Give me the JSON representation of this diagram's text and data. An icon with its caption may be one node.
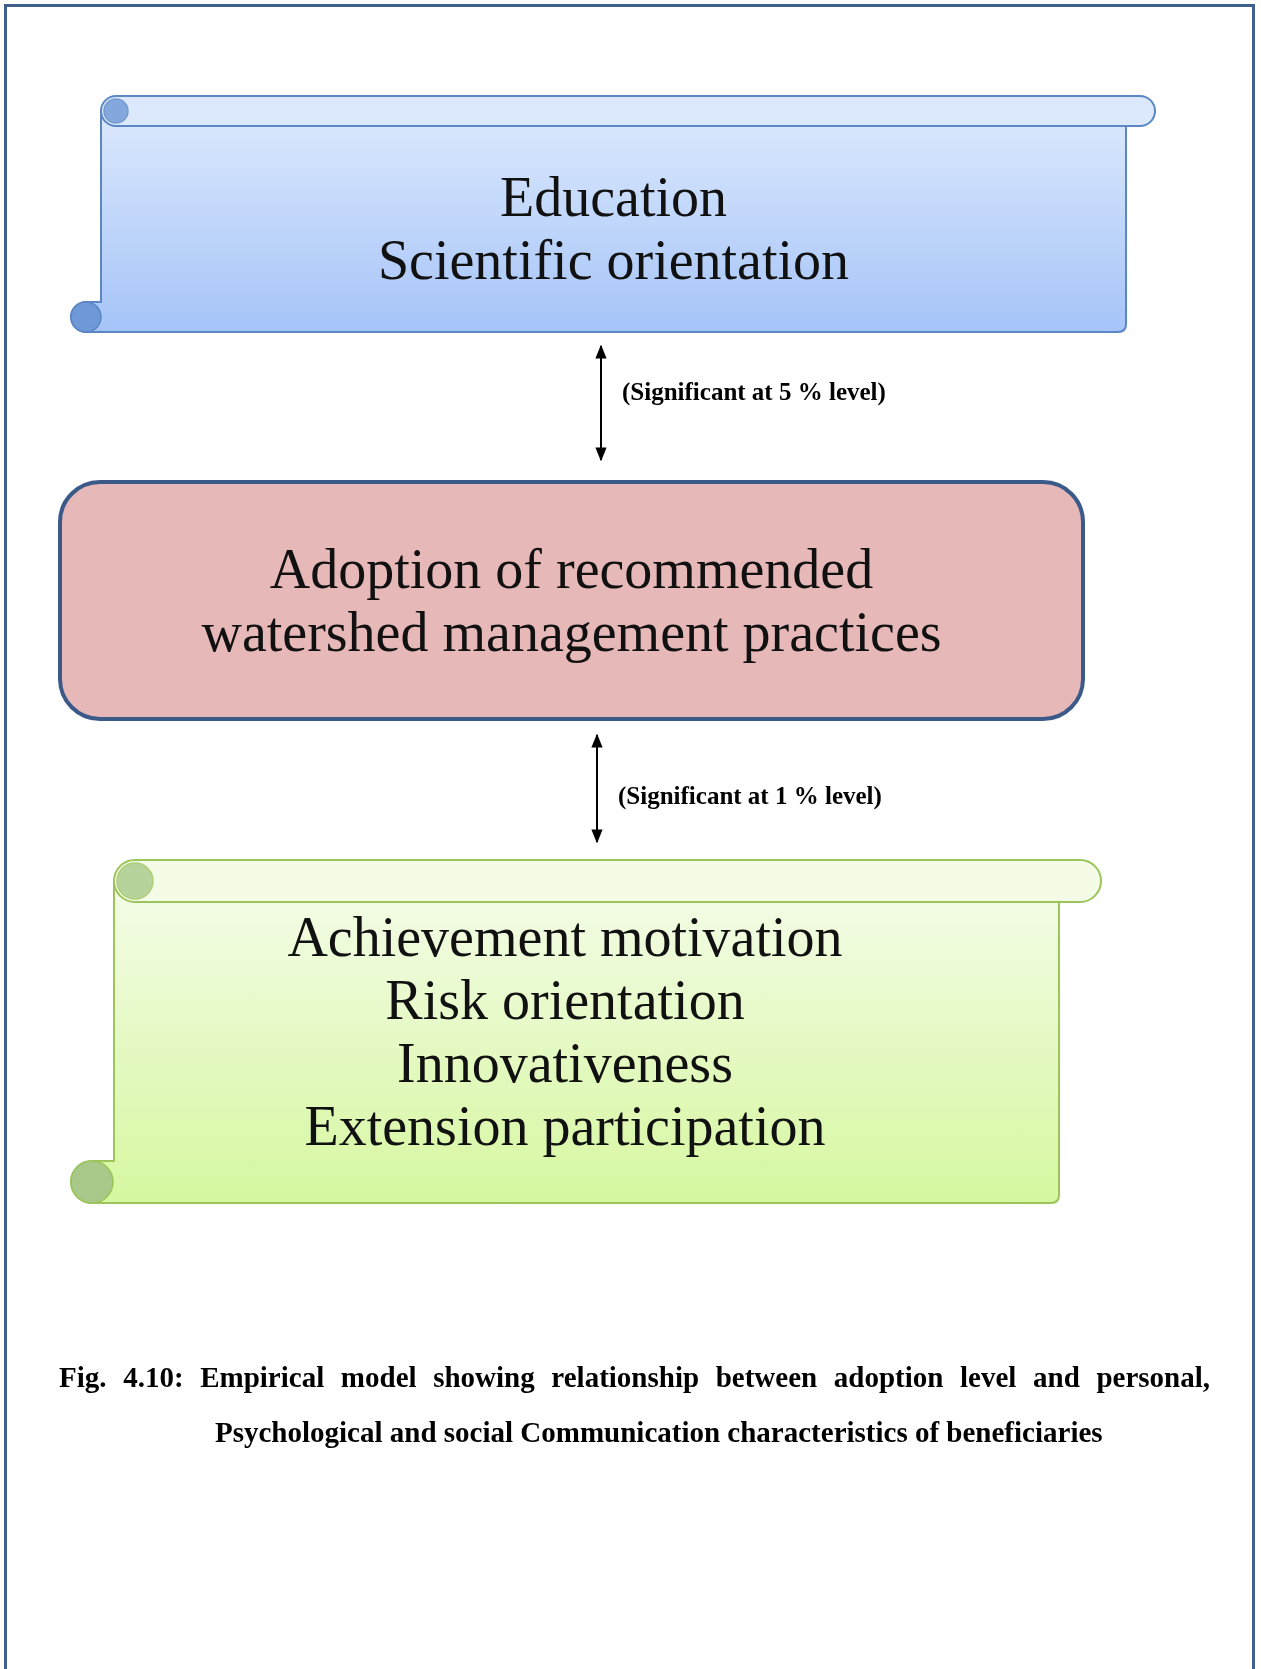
{
  "diagram": {
    "caption": "Fig. 4.10: Empirical model showing relationship between adoption level and personal, Psychological and social Communication characteristics of beneficiaries",
    "nodes": [
      {
        "text": [
          "Education",
          "Scientific orientation"
        ]
      },
      {
        "text": [
          "Adoption of recommended watershed management practices"
        ]
      },
      {
        "text": [
          "Achievement motivation",
          "Risk orientation",
          "Innovativeness",
          "Extension participation"
        ]
      }
    ],
    "edges": [
      {
        "from": 0,
        "to": 1,
        "arrow": "both",
        "label": "(Significant at 5 % level)"
      },
      {
        "from": 1,
        "to": 2,
        "arrow": "both",
        "label": "(Significant at 1 % level)"
      }
    ]
  }
}
